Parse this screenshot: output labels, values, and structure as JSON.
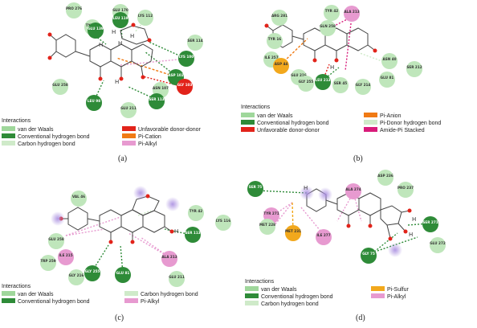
{
  "colors": {
    "van_der_waals": "#9fd79b",
    "conventional_hbond": "#2e8b38",
    "carbon_hbond": "#cfeac9",
    "unfavorable": "#e2231a",
    "pi_cation": "#f07a14",
    "pi_alkyl": "#e79ad0",
    "pi_anion": "#f07a14",
    "pi_donor": "#cfeac9",
    "amide_pi": "#d81b7a",
    "pi_sulfur": "#f2a81c"
  },
  "panels": [
    {
      "caption": "(a)",
      "legend_title": "Interactions",
      "legend": [
        {
          "label": "van der Waals",
          "color": "#9fd79b"
        },
        {
          "label": "Conventional hydrogen bond",
          "color": "#2e8b38"
        },
        {
          "label": "Carbon hydrogen bond",
          "color": "#cfeac9"
        },
        {
          "label": "Unfavorable donor-donor",
          "color": "#e2231a"
        },
        {
          "label": "Pi-Cation",
          "color": "#f07a14"
        },
        {
          "label": "Pi-Alkyl",
          "color": "#e79ad0"
        }
      ],
      "residues": [
        "PRO 276",
        "TYR 42",
        "GLU 170",
        "GLU 139",
        "LEU 119",
        "LYS 112",
        "SER 114",
        "GLU 258",
        "LYS 100",
        "ASP 102",
        "GLY 103",
        "ASN 107",
        "SER 113",
        "LEU 98",
        "GLU 211"
      ],
      "atoms": [
        "H",
        "H",
        "H",
        "H",
        "H"
      ]
    },
    {
      "caption": "(b)",
      "legend_title": "Interactions",
      "legend": [
        {
          "label": "van der Waals",
          "color": "#9fd79b"
        },
        {
          "label": "Conventional hydrogen bond",
          "color": "#2e8b38"
        },
        {
          "label": "Unfavorable donor-donor",
          "color": "#e2231a"
        },
        {
          "label": "Pi-Anion",
          "color": "#f07a14"
        },
        {
          "label": "Pi-Donor hydrogen bond",
          "color": "#cfeac9"
        },
        {
          "label": "Amide-Pi Stacked",
          "color": "#d81b7a"
        }
      ],
      "residues": [
        "ARG 281",
        "TYR 16",
        "TYR 42",
        "ALA 213",
        "GLN 258",
        "ILE 257",
        "ASP 44",
        "GLU 216",
        "GLY 255",
        "LEU 213",
        "SER 45",
        "GLY 214",
        "ASN 40",
        "GLU 81",
        "SER 212"
      ],
      "atoms": [
        "H"
      ]
    },
    {
      "caption": "(c)",
      "legend_title": "Interactions",
      "legend": [
        {
          "label": "van der Waals",
          "color": "#9fd79b"
        },
        {
          "label": "Conventional hydrogen bond",
          "color": "#2e8b38"
        },
        {
          "label": "Carbon hydrogen bond",
          "color": "#cfeac9"
        },
        {
          "label": "Pi-Alkyl",
          "color": "#e79ad0"
        }
      ],
      "residues": [
        "VAL 46",
        "TYR 42",
        "LYS 116",
        "GLU 258",
        "ILE 215",
        "TRP 259",
        "GLY 216",
        "GLY 255",
        "GLU 81",
        "ALA 213",
        "SER 113",
        "GLU 211"
      ],
      "atoms": [
        "H"
      ]
    },
    {
      "caption": "(d)",
      "legend_title": "Interactions",
      "legend": [
        {
          "label": "van der Waals",
          "color": "#9fd79b"
        },
        {
          "label": "Conventional hydrogen bond",
          "color": "#2e8b38"
        },
        {
          "label": "Carbon hydrogen bond",
          "color": "#cfeac9"
        },
        {
          "label": "Pi-Sulfur",
          "color": "#f2a81c"
        },
        {
          "label": "Pi-Alkyl",
          "color": "#e79ad0"
        }
      ],
      "residues": [
        "ASP 236",
        "PRO 237",
        "ALA 274",
        "SER 75",
        "TYR 271",
        "MET 228",
        "MET 231",
        "ILE 277",
        "SER 271",
        "GLY 75",
        "GLU 272"
      ],
      "atoms": [
        "H",
        "H",
        "H"
      ]
    }
  ]
}
